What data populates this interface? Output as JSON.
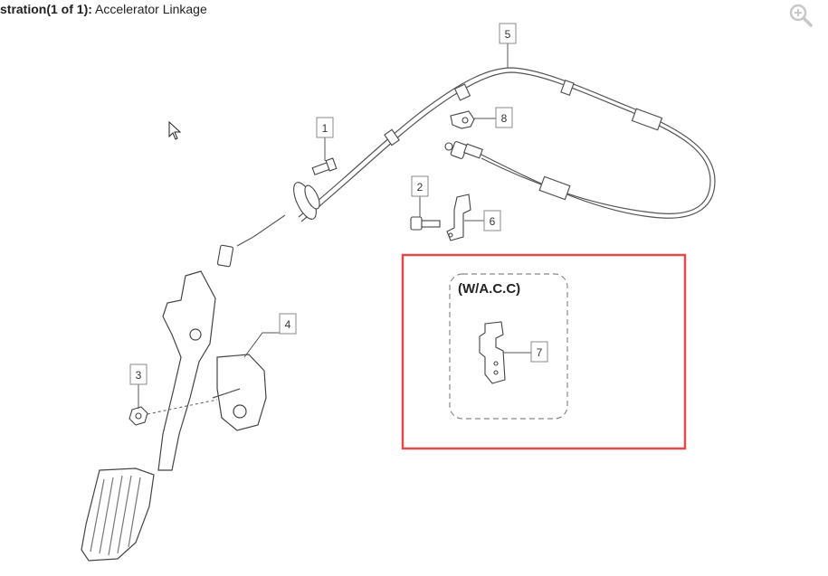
{
  "header": {
    "prefix": "stration(1 of 1):",
    "title": "Accelerator Linkage"
  },
  "zoom_icon": "zoom-in-icon",
  "callouts": [
    "1",
    "2",
    "3",
    "4",
    "5",
    "6",
    "7",
    "8"
  ],
  "highlight": {
    "label": "(W/A.C.C)",
    "border_color": "#e04a4a"
  },
  "colors": {
    "line": "#555555",
    "callout_border": "#888888"
  }
}
